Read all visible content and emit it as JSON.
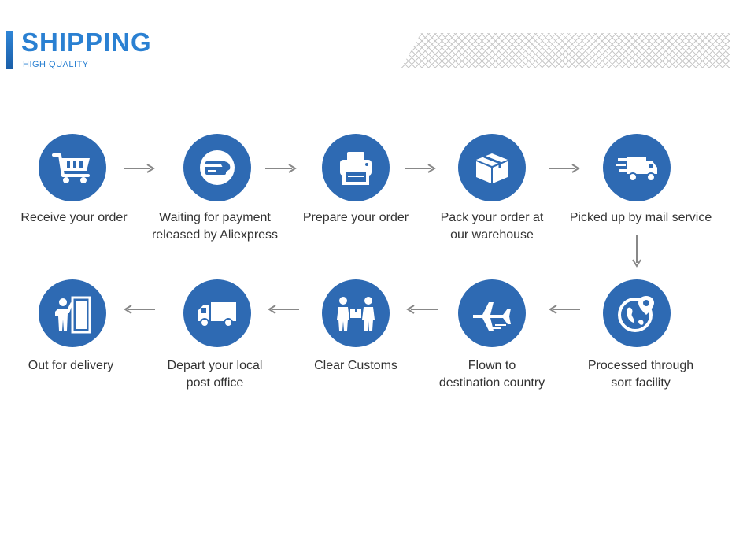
{
  "header": {
    "title": "SHIPPING",
    "subtitle": "HIGH QUALITY",
    "accent_color": "#2a80d2"
  },
  "circle_color": "#2e6ab3",
  "steps": [
    {
      "line1": "Receive your order",
      "line2": "",
      "icon": "shopping-cart-icon"
    },
    {
      "line1": "Waiting for payment",
      "line2": "released by Aliexpress",
      "icon": "payment-card-icon"
    },
    {
      "line1": "Prepare your order",
      "line2": "",
      "icon": "printer-icon"
    },
    {
      "line1": "Pack your order at",
      "line2": "our warehouse",
      "icon": "package-box-icon"
    },
    {
      "line1": "Picked up by mail service",
      "line2": "",
      "icon": "fast-delivery-truck-icon"
    },
    {
      "line1": "Processed through",
      "line2": "sort facility",
      "icon": "globe-location-icon"
    },
    {
      "line1": "Flown to",
      "line2": "destination country",
      "icon": "airplane-icon"
    },
    {
      "line1": "Clear Customs",
      "line2": "",
      "icon": "customs-handover-icon"
    },
    {
      "line1": "Depart your local",
      "line2": "post office",
      "icon": "delivery-truck-icon"
    },
    {
      "line1": "Out for delivery",
      "line2": "",
      "icon": "courier-door-icon"
    }
  ]
}
